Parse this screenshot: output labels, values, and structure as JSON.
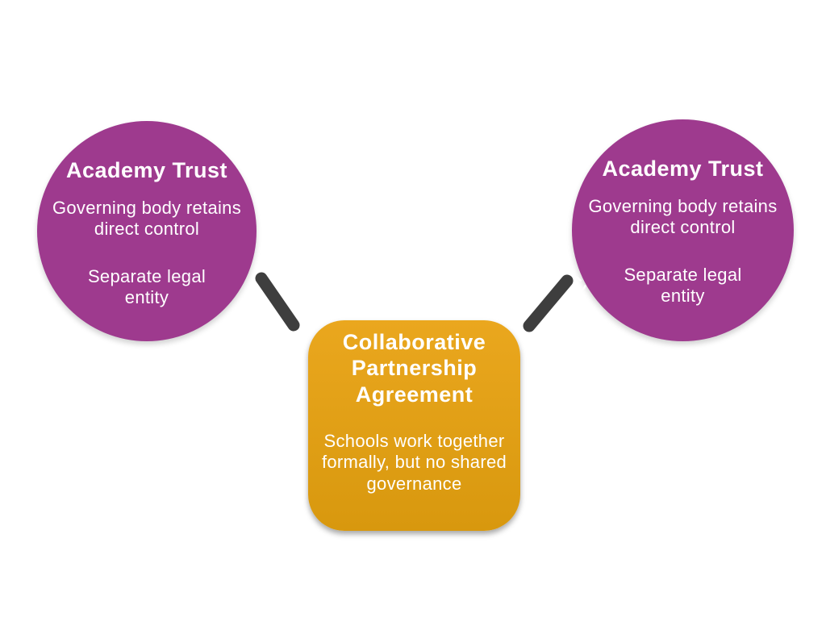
{
  "left_circle": {
    "title": "Academy Trust",
    "para1": "Governing body retains direct control",
    "para2": "Separate legal entity"
  },
  "right_circle": {
    "title": "Academy Trust",
    "para1": "Governing body retains direct control",
    "para2": "Separate legal entity"
  },
  "center_box": {
    "title": "Collaborative Partnership Agreement",
    "body": "Schools work together formally, but no shared governance"
  },
  "colors": {
    "background": "#FFFFFF",
    "circle_fill": "#9E3A8E",
    "box_top": "#EAA71E",
    "box_bottom": "#D8980E",
    "connector": "#3E3E3E",
    "selection_dash": "#FFFFFF",
    "text": "#FFFFFF"
  }
}
